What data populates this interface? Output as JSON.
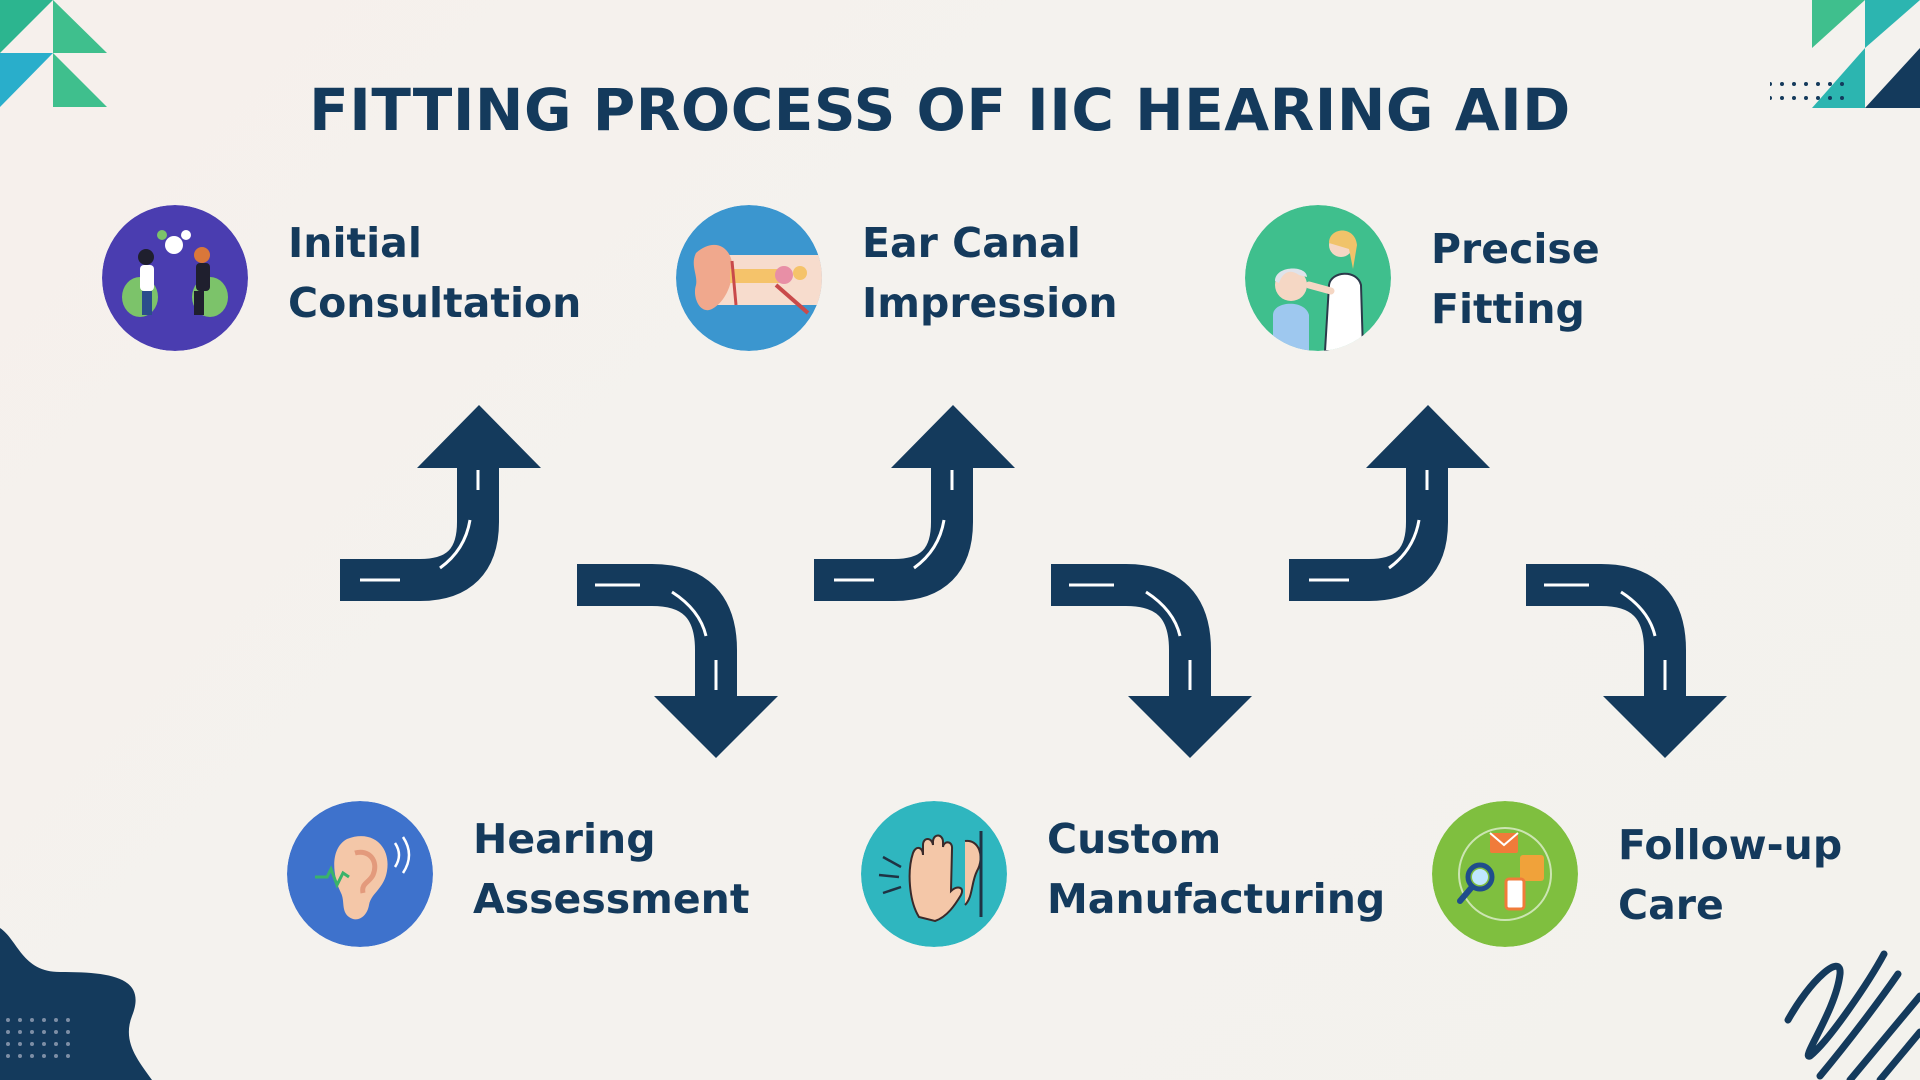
{
  "title": "FITTING PROCESS OF IIC HEARING AID",
  "steps": [
    {
      "line1": "Initial",
      "line2": "Consultation",
      "icon": "consultation-icon",
      "color": "#4a3db0"
    },
    {
      "line1": "Hearing",
      "line2": "Assessment",
      "icon": "ear-sound-icon",
      "color": "#3e72cc"
    },
    {
      "line1": "Ear Canal",
      "line2": "Impression",
      "icon": "ear-anatomy-icon",
      "color": "#3b96cf"
    },
    {
      "line1": "Custom",
      "line2": "Manufacturing",
      "icon": "hand-ear-icon",
      "color": "#2fb6bf"
    },
    {
      "line1": "Precise",
      "line2": "Fitting",
      "icon": "doctor-fitting-icon",
      "color": "#3fbf8d"
    },
    {
      "line1": "Follow-up",
      "line2": "Care",
      "icon": "follow-up-care-icon",
      "color": "#7fbf3f"
    }
  ],
  "colors": {
    "navy": "#143a5c",
    "teal": "#2cb5b0",
    "green": "#3fbf8d",
    "background": "#f4f2ee"
  }
}
